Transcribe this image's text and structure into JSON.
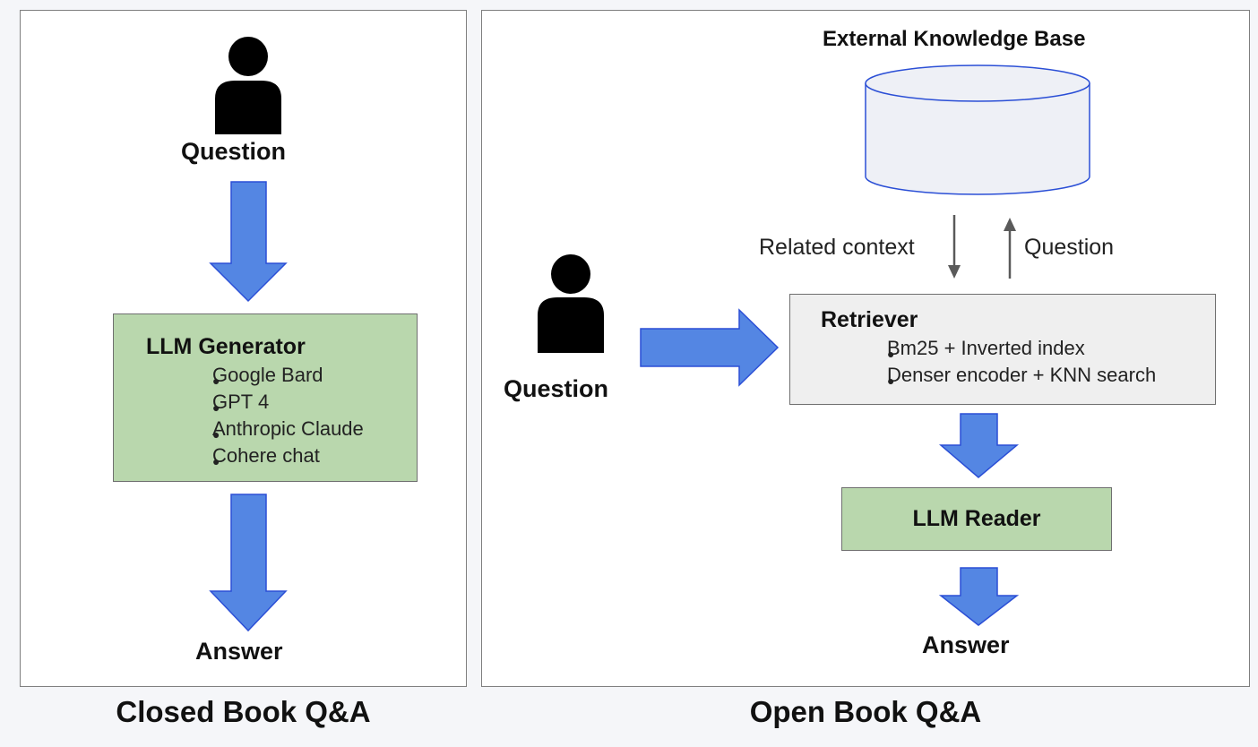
{
  "closed_book": {
    "caption": "Closed Book Q&A",
    "question_label": "Question",
    "generator": {
      "title": "LLM Generator",
      "items": [
        "Google Bard",
        "GPT 4",
        "Anthropic Claude",
        "Cohere chat"
      ]
    },
    "answer_label": "Answer"
  },
  "open_book": {
    "caption": "Open Book Q&A",
    "knowledge_base_label": "External Knowledge Base",
    "related_context_label": "Related context",
    "question_up_label": "Question",
    "question_label": "Question",
    "retriever": {
      "title": "Retriever",
      "items": [
        "Bm25 + Inverted index",
        "Denser encoder + KNN search"
      ]
    },
    "reader_label": "LLM Reader",
    "answer_label": "Answer"
  },
  "colors": {
    "arrow_fill": "#5486e3",
    "arrow_stroke": "#2b4fd6",
    "llm_box": "#b9d7ad",
    "retriever_box": "#efefef",
    "database": "#eef0f6"
  }
}
